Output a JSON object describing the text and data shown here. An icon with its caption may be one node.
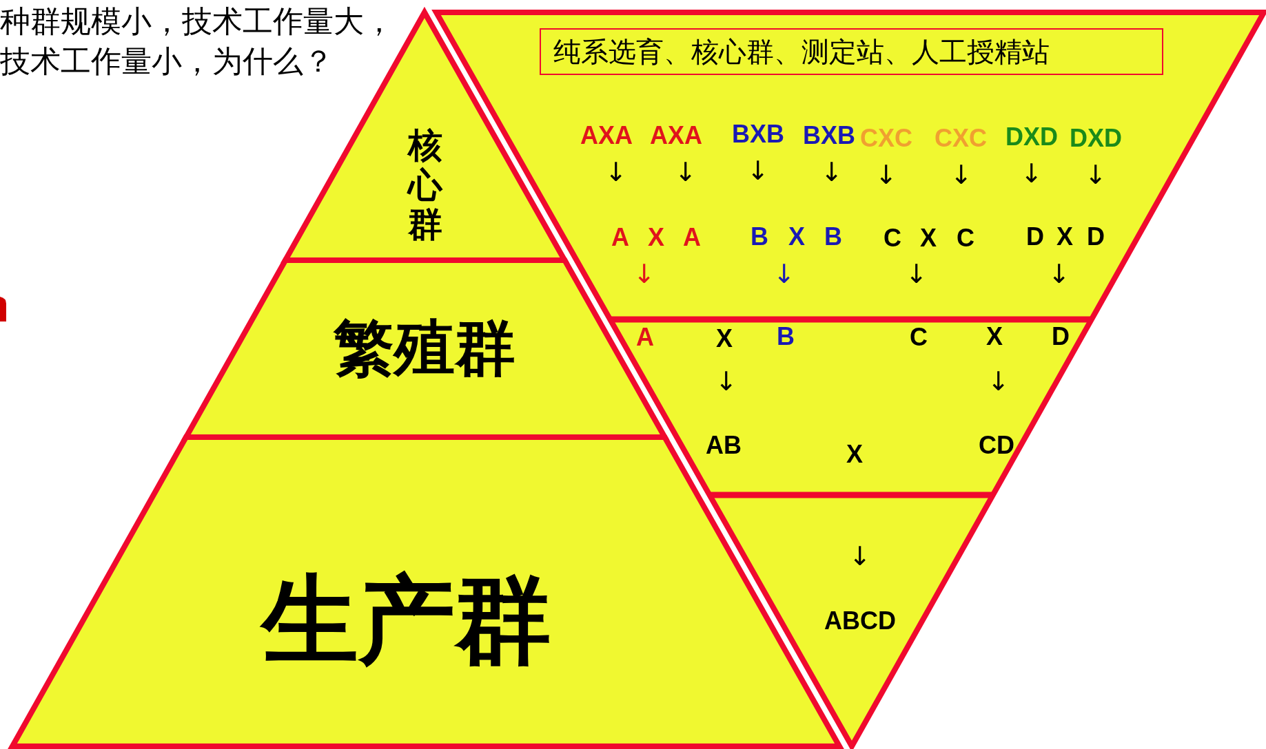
{
  "diagram": {
    "title": "种群规模小，技术工作量大，技术工作量小，为什么？",
    "nodes": [
      {
        "text": [
          "核心群"
        ]
      },
      {
        "text": [
          "繁殖群"
        ]
      },
      {
        "text": [
          "生产群"
        ]
      },
      {
        "text": [
          "纯系选育、核心群、测定站、人工授精站"
        ]
      }
    ],
    "labels": [
      "AXA",
      "AXA",
      "BXB",
      "BXB",
      "CXC",
      "CXC",
      "DXD",
      "DXD",
      "↓",
      "↓",
      "↓",
      "↓",
      "↓",
      "↓",
      "↓",
      "↓",
      "A",
      "X",
      "A",
      "B",
      "X",
      "B",
      "C",
      "X",
      "C",
      "D",
      "X",
      "D",
      "↓",
      "↓",
      "↓",
      "↓",
      "A",
      "X",
      "B",
      "C",
      "X",
      "D",
      "↓",
      "↓",
      "AB",
      "X",
      "CD",
      "↓",
      "ABCD"
    ]
  }
}
